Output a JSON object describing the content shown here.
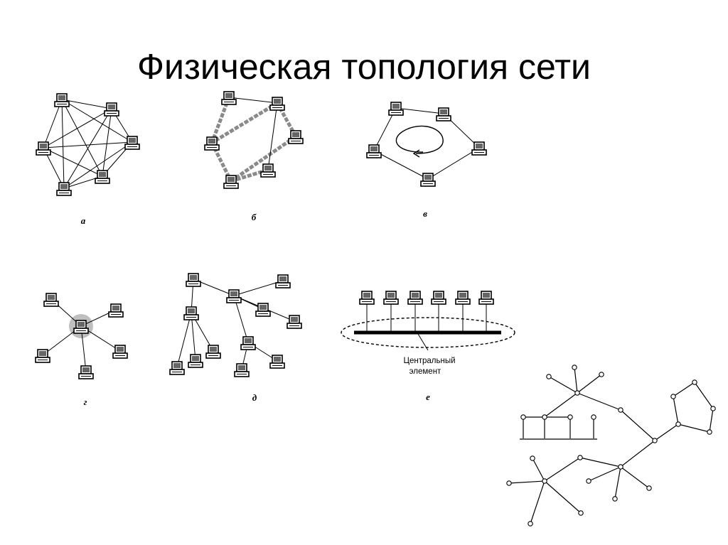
{
  "title": "Физическая топология сети",
  "diagrams": [
    {
      "id": "mesh",
      "label": "а"
    },
    {
      "id": "ring-double",
      "label": "б"
    },
    {
      "id": "ring",
      "label": "в"
    },
    {
      "id": "star",
      "label": "г"
    },
    {
      "id": "tree",
      "label": "д"
    },
    {
      "id": "bus",
      "label": "е",
      "caption_line1": "Центральный",
      "caption_line2": "элемент"
    },
    {
      "id": "hybrid",
      "label": ""
    }
  ],
  "colors": {
    "line": "#000000",
    "double_ring": "#8a8a8a",
    "hub_glow": "#bfbfbf"
  }
}
